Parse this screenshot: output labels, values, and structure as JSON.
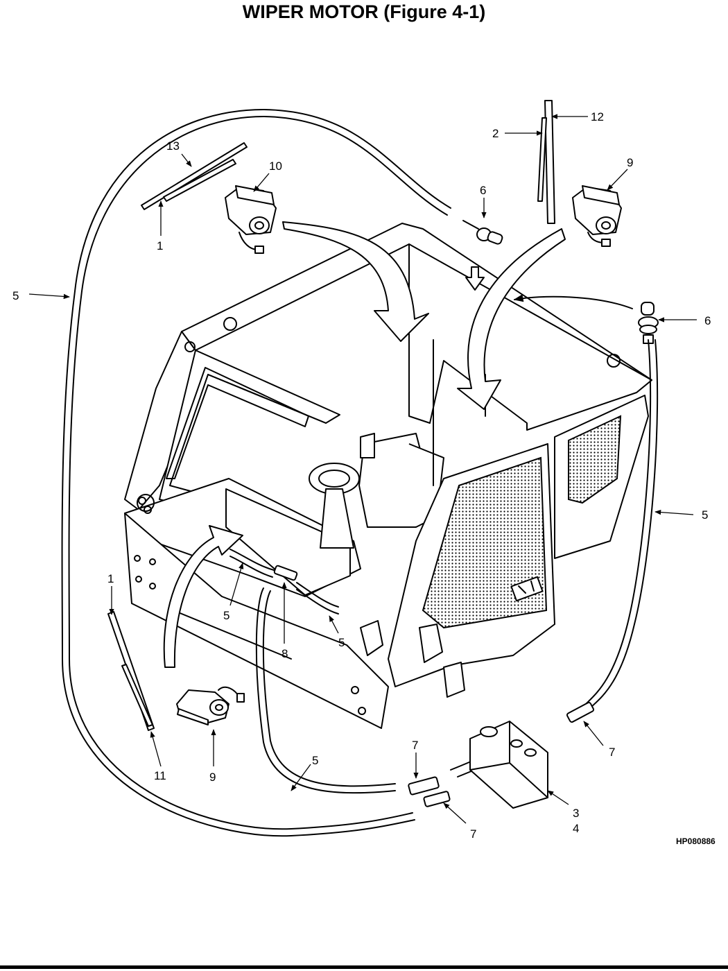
{
  "title": "WIPER MOTOR (Figure 4-1)",
  "figure_id": "HP080886",
  "callouts": [
    {
      "id": "c13",
      "text": "13"
    },
    {
      "id": "c10",
      "text": "10"
    },
    {
      "id": "c1a",
      "text": "1"
    },
    {
      "id": "c5a",
      "text": "5"
    },
    {
      "id": "c2",
      "text": "2"
    },
    {
      "id": "c12",
      "text": "12"
    },
    {
      "id": "c9a",
      "text": "9"
    },
    {
      "id": "c6a",
      "text": "6"
    },
    {
      "id": "c6b",
      "text": "6"
    },
    {
      "id": "c5b",
      "text": "5"
    },
    {
      "id": "c1b",
      "text": "1"
    },
    {
      "id": "c5c",
      "text": "5"
    },
    {
      "id": "c8",
      "text": "8"
    },
    {
      "id": "c5d",
      "text": "5"
    },
    {
      "id": "c11",
      "text": "11"
    },
    {
      "id": "c9b",
      "text": "9"
    },
    {
      "id": "c5e",
      "text": "5"
    },
    {
      "id": "c7a",
      "text": "7"
    },
    {
      "id": "c7b",
      "text": "7"
    },
    {
      "id": "c7c",
      "text": "7"
    },
    {
      "id": "c3",
      "text": "3"
    },
    {
      "id": "c4",
      "text": "4"
    }
  ]
}
